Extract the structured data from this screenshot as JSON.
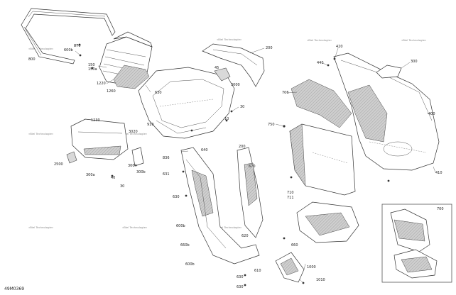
{
  "diagram": {
    "code": "49M0369",
    "watermark": "«Biel Technologie»",
    "labels": [
      "870",
      "600b",
      "800",
      "150",
      "150a",
      "1220",
      "1260",
      "200",
      "45",
      "630",
      "3000",
      "30",
      "10",
      "910",
      "1230",
      "3020",
      "3004",
      "2500",
      "300a",
      "300b",
      "40",
      "30",
      "836",
      "640",
      "631",
      "630",
      "620",
      "600b",
      "660b",
      "600b",
      "610",
      "630",
      "660",
      "670",
      "200",
      "750",
      "706",
      "420",
      "440",
      "300",
      "400",
      "710",
      "711",
      "410",
      "1000",
      "1010",
      "630",
      "700"
    ],
    "inset_label": "700"
  }
}
